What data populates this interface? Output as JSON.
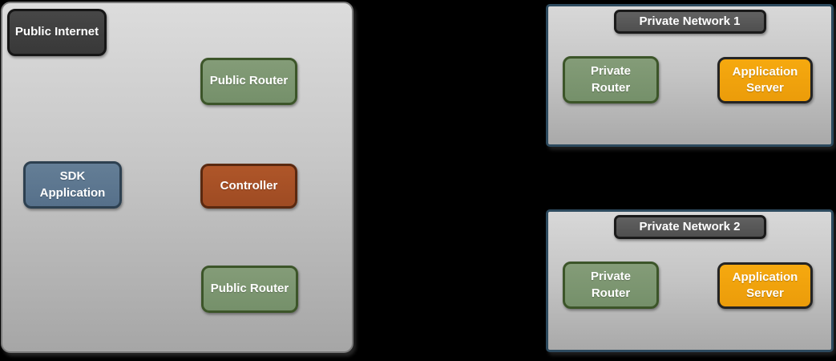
{
  "diagram": {
    "public_zone": {
      "public_internet_label": "Public Internet",
      "public_router_top_label": "Public Router",
      "sdk_application_label": "SDK Application",
      "controller_label": "Controller",
      "public_router_bottom_label": "Public Router"
    },
    "private_network_1": {
      "title": "Private Network 1",
      "private_router_label": "Private Router",
      "application_server_label": "Application Server"
    },
    "private_network_2": {
      "title": "Private Network 2",
      "private_router_label": "Private Router",
      "application_server_label": "Application Server"
    },
    "colors": {
      "page_background": "#000000",
      "zone_fill_top": "#dcdcdc",
      "zone_fill_bottom": "#a6a6a6",
      "zone_border": "#7a7a7a",
      "private_network_border": "#2d4a5e",
      "network_title_fill": "#575757",
      "dark_node_fill": "#3e3e3e",
      "green_node_fill": "#7d9671",
      "green_node_border": "#3c5529",
      "blue_node_fill": "#5d7890",
      "blue_node_border": "#2d4050",
      "red_node_fill": "#a65026",
      "red_node_border": "#5a2910",
      "orange_node_fill": "#f2a20e",
      "orange_node_border": "#242424",
      "label_text": "#ffffff"
    }
  }
}
